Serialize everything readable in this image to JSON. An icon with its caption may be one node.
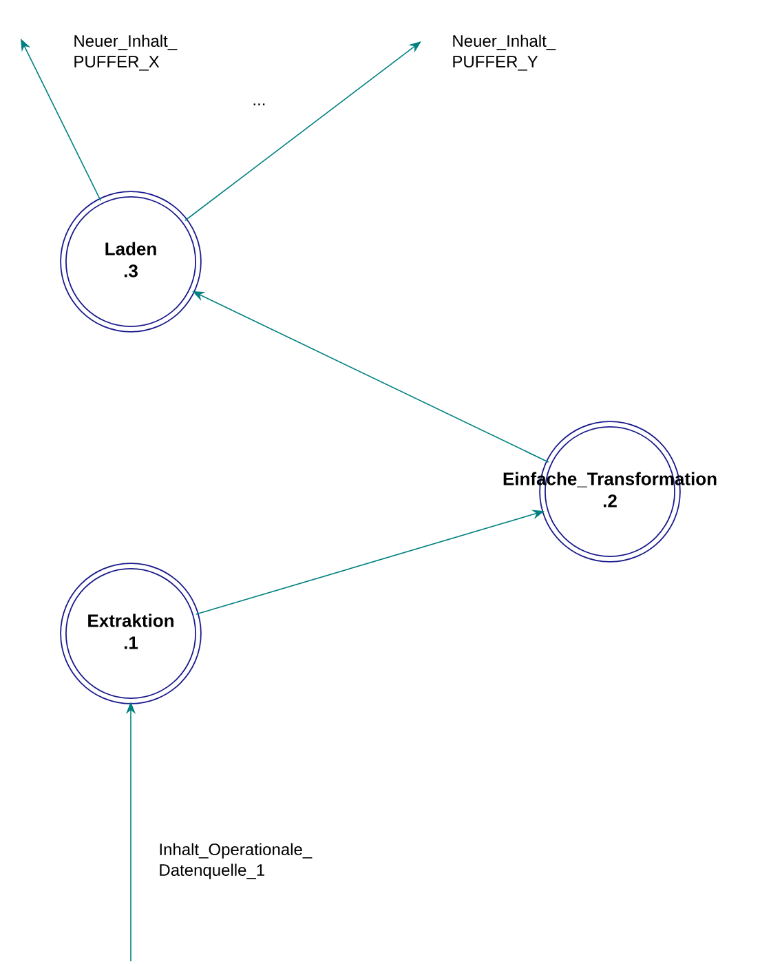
{
  "diagram": {
    "nodes": [
      {
        "text": [
          "Laden",
          ".3"
        ]
      },
      {
        "text": [
          "Einfache_Transformation",
          ".2"
        ]
      },
      {
        "text": [
          "Extraktion",
          ".1"
        ]
      }
    ],
    "edges": [
      {
        "from": 0,
        "to": null,
        "arrow": "to",
        "label": "Neuer_Inhalt_ PUFFER_X"
      },
      {
        "from": 0,
        "to": null,
        "arrow": "to",
        "label": "Neuer_Inhalt_ PUFFER_Y"
      },
      {
        "from": 1,
        "to": 0,
        "arrow": "to"
      },
      {
        "from": 2,
        "to": 1,
        "arrow": "to"
      },
      {
        "from": null,
        "to": 2,
        "arrow": "to",
        "label": "Inhalt_Operationale_ Datenquelle_1"
      }
    ],
    "labels": [
      "..."
    ]
  }
}
